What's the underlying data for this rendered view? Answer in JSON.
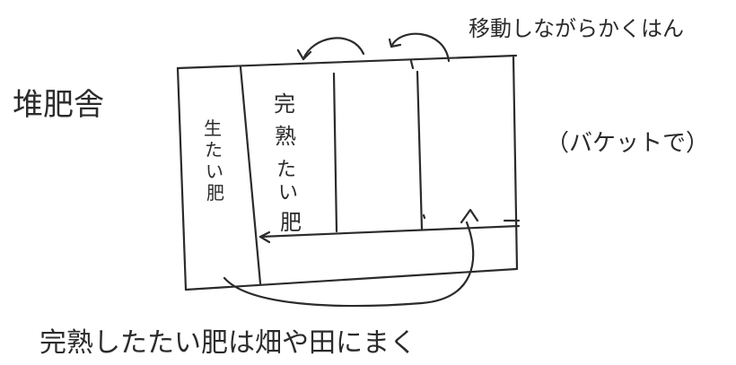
{
  "labels": {
    "building": "堆肥舎",
    "top_note": "移動しながらかくはん",
    "bucket_note": "（バケットで）",
    "bottom_note": "完熟したたい肥は畑や田にまく"
  },
  "bays": {
    "raw": [
      "生",
      "た",
      "い",
      "肥"
    ],
    "mature": [
      "完",
      "熟",
      "た",
      "い",
      "肥"
    ]
  },
  "colors": {
    "ink": "#2b2b2b",
    "paper": "#ffffff"
  }
}
